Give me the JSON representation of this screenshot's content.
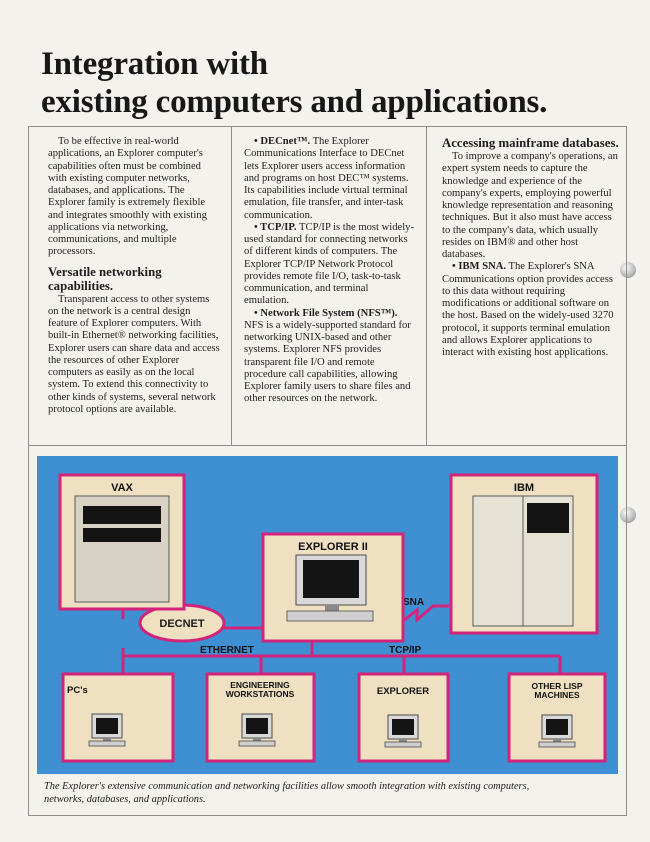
{
  "title": {
    "line1": "Integration with",
    "line2": "existing computers and applications."
  },
  "col1": {
    "intro": "To be effective in real-world applications, an Explorer computer's capabilities often must be combined with existing computer networks, databases, and applications. The Explorer family is extremely flexible and integrates smoothly with existing applications via networking, communications, and multiple processors.",
    "heading": "Versatile networking capabilities.",
    "body": "Transparent access to other systems on the network is a central design feature of Explorer computers. With built-in Ethernet® networking facilities, Explorer users can share data and access the resources of other Explorer computers as easily as on the local system. To extend this connectivity to other kinds of systems, several network protocol options are available."
  },
  "col2": {
    "decnet_run": "• DECnet™.",
    "decnet_text": "The Explorer Communications Interface to DECnet lets Explorer users access information and programs on host DEC™ systems. Its capabilities include virtual terminal emulation, file transfer, and inter-task communication.",
    "tcpip_run": "• TCP/IP.",
    "tcpip_text": "TCP/IP is the most widely-used standard for connecting networks of different kinds of computers. The Explorer TCP/IP Network Protocol provides remote file I/O, task-to-task communication, and terminal emulation.",
    "nfs_run": "• Network File System (NFS™).",
    "nfs_text": "NFS is a widely-supported standard for networking UNIX-based and other systems. Explorer NFS provides transparent file I/O and remote procedure call capabilities, allowing Explorer family users to share files and other resources on the network."
  },
  "col3": {
    "heading": "Accessing mainframe databases.",
    "intro": "To improve a company's operations, an expert system needs to capture the knowledge and experience of the company's experts, employing powerful knowledge representation and reasoning techniques. But it also must have access to the company's data, which usually resides on IBM® and other host databases.",
    "sna_run": "• IBM SNA.",
    "sna_text": "The Explorer's SNA Communications option provides access to this data without requiring modifications or additional software on the host. Based on the widely-used 3270 protocol, it supports terminal emulation and allows Explorer applications to interact with existing host applications."
  },
  "diagram": {
    "vax": "VAX",
    "ibm": "IBM",
    "explorer_ii": "EXPLORER II",
    "decnet": "DECNET",
    "sna": "SNA",
    "ethernet": "ETHERNET",
    "tcpip": "TCP/IP",
    "pcs": "PC's",
    "engineering_line1": "ENGINEERING",
    "engineering_line2": "WORKSTATIONS",
    "explorer": "EXPLORER",
    "lisp_line1": "OTHER LISP",
    "lisp_line2": "MACHINES"
  },
  "caption": "The Explorer's extensive communication and networking facilities allow smooth integration with existing computers, networks, databases, and applications.",
  "colors": {
    "diagram_background": "#3f8fd3",
    "network_line": "#d1247a",
    "node_box": "#eee0c0",
    "screen": "#141414"
  }
}
